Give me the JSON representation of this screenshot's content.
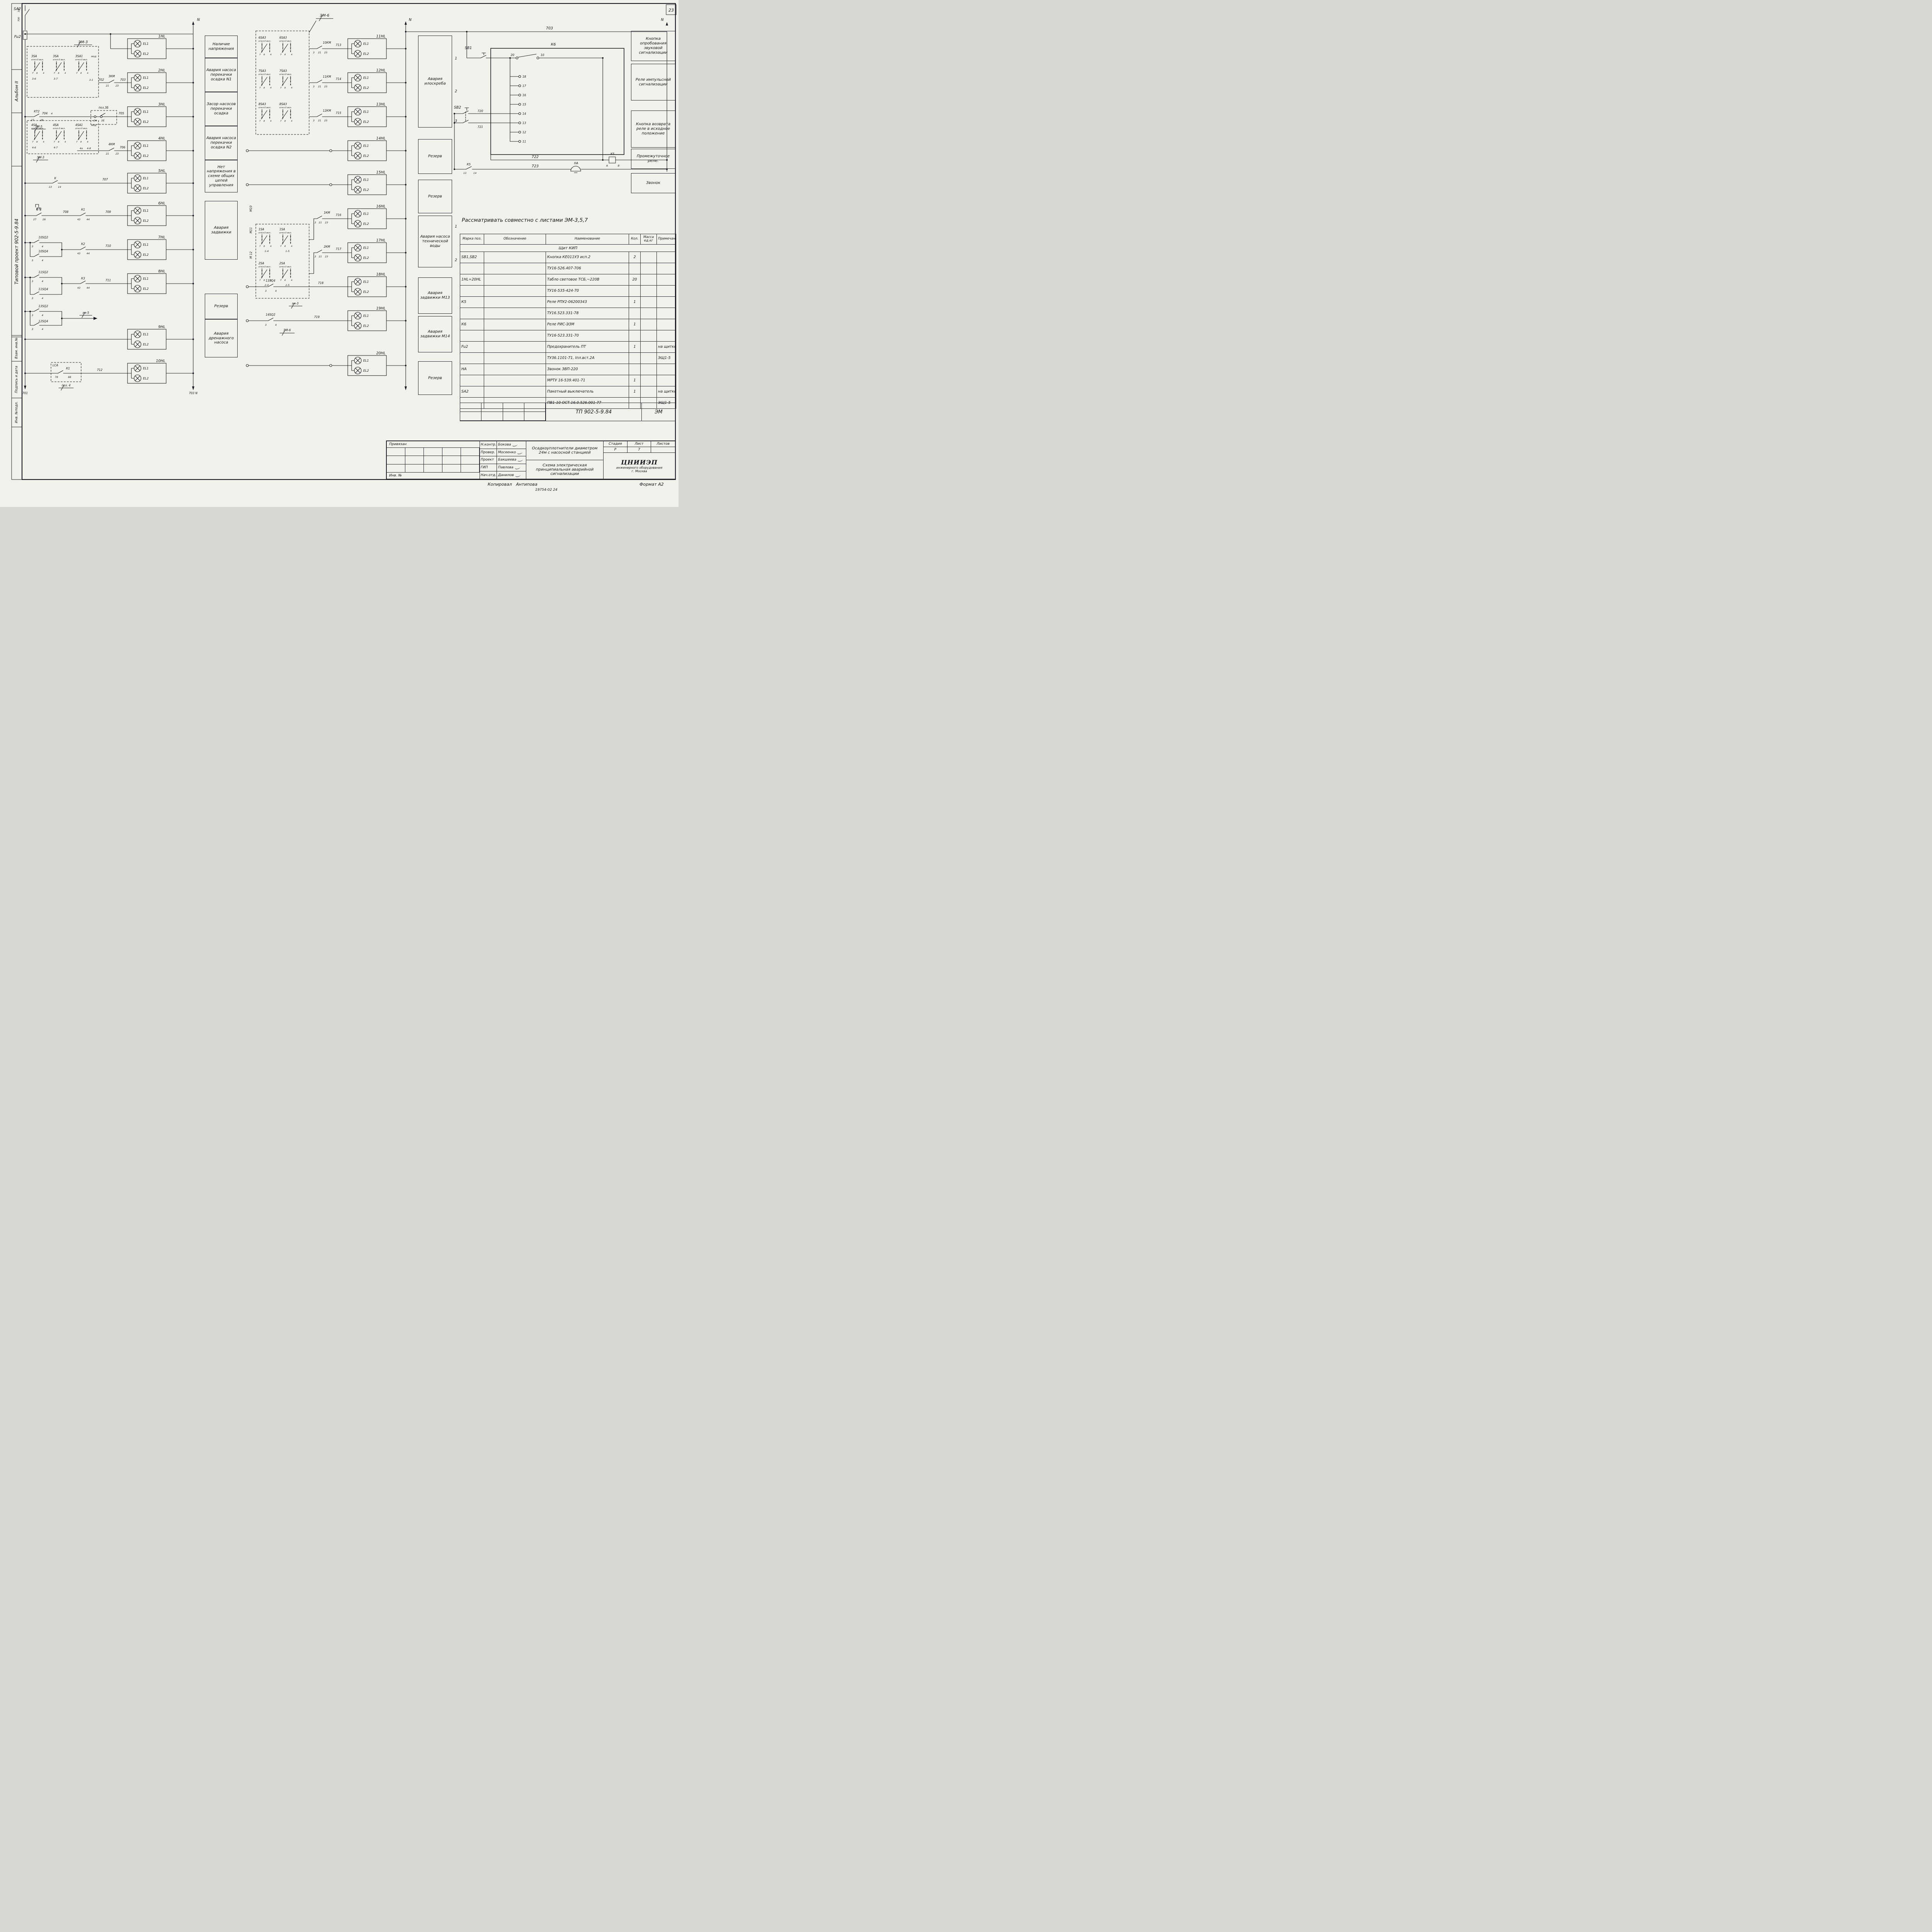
{
  "corner": {
    "sheet_no": "23"
  },
  "sidebar": {
    "top_marks": [
      "100",
      "700"
    ],
    "album": "Альбом II",
    "project": "Типовой проект 902-5-9.84",
    "stamp_vzam": "Взам. инв.№",
    "stamp_podp": "Подпись и дата",
    "stamp_inv": "Инв. №подл."
  },
  "common": {
    "otkl": "откл.0 вкл.",
    "el1": "EL1",
    "el2": "EL2",
    "mod": "мод",
    "N": "N",
    "n3": "3",
    "n4": "4",
    "n7": "7",
    "n8": "8",
    "n13": "13",
    "n14": "14",
    "n21": "21",
    "n23": "23",
    "n27": "27",
    "n28": "28",
    "n43": "43",
    "n44": "44"
  },
  "lamps": {
    "left": [
      "1HL",
      "2HL",
      "3HL",
      "4HL",
      "5HL",
      "6HL",
      "7HL",
      "8HL",
      "9HL",
      "10HL"
    ],
    "right": [
      "11HL",
      "12HL",
      "13HL",
      "14HL",
      "15HL",
      "16HL",
      "17HL",
      "18HL",
      "19HL",
      "20HL"
    ]
  },
  "left_circuit": {
    "sa2": "SA2",
    "fu2": "Fu2",
    "em3_top": "ЭМ-3",
    "s3sa": "3SA",
    "s3sa1": "3SA1",
    "t36": "3-6",
    "t37": "3-7",
    "t31": "3-1",
    "km3": "3КМ",
    "w702": "702",
    "w703": "703",
    "kt2": "КТ2",
    "w704": "704",
    "em5": "ЭМ-5",
    "poz3b": "поз.3Б",
    "c2a": "2А",
    "c2b": "2Б",
    "w705": "705",
    "s4sa": "4SA",
    "s4sa1": "4SA1",
    "t46": "4-6",
    "t47": "4-7",
    "t48": "4-8",
    "t4a": "4а",
    "km4": "4КМ",
    "w706": "706",
    "em3_bot": "ЭМ-3",
    "k": "К",
    "w707": "707",
    "kt1": "КТ1",
    "w708": "708",
    "k1": "К1",
    "w709": "709",
    "sq10_2": "10SQ2",
    "sq10_4": "10SQ4",
    "k2": "К2",
    "w710": "710",
    "sq11_2": "11SQ2",
    "sq11_4": "11SQ4",
    "k3": "К3",
    "w711": "711",
    "sq13_2": "13SQ2",
    "sq12_4": "12SQ4",
    "em5_low": "эм-5",
    "lca": "LCA",
    "lca_k1": "К1",
    "n78": "78",
    "n88": "88",
    "w712": "712",
    "poz4": "поз. 4",
    "w701": "701",
    "w703n": "703 N"
  },
  "mid_circuit": {
    "em6": "ЭМ-6",
    "s6sa3": "6SA3",
    "s7sa3": "7SA3",
    "s8sa3": "8SA3",
    "km10": "10КМ",
    "w713": "713",
    "km11": "11КМ",
    "w714": "714",
    "km12": "12КМ",
    "w715": "715",
    "s1sa": "1SA",
    "t14": "1-4",
    "t15": "1-5",
    "km1": "1КМ",
    "w716": "716",
    "s2sa": "2SA",
    "t24": "2-4",
    "t25": "2-5",
    "km2": "2КМ",
    "w717": "717",
    "em3_small": "эм-3",
    "sq13_4": "13SQ4",
    "w718": "718",
    "sq14_2": "14SQ2",
    "w719": "719",
    "em6_small": "ЭМ-6",
    "m10": "М10",
    "m11": "М11",
    "m12": "М 12"
  },
  "right_circuit": {
    "w703": "703",
    "sb1": "SB1",
    "sb2": "SB2",
    "k6": "К6",
    "c20": "20",
    "c10": "10",
    "c18": "18",
    "c17": "17",
    "c16": "16",
    "c15": "15",
    "c14": "14",
    "c13": "13",
    "c12": "12",
    "c11": "11",
    "w720": "720",
    "w721": "721",
    "w722": "722",
    "w723": "723",
    "k5": "К5",
    "ha": "НА",
    "ta": "А",
    "tb": "В"
  },
  "col2_marks": {
    "a": "1",
    "b": "2",
    "c": "3",
    "d": "1",
    "e": "2"
  },
  "labels_col1": [
    "Наличие напряжения",
    "Авария насоса перекачки осадка N1",
    "Засор насосов перекачки осадка",
    "Авария насоса перекачки осадка N2",
    "Нет напряжения в схеме общих цепей управления",
    "Авария задвижки",
    "Резерв",
    "Авария дренажного насоса"
  ],
  "labels_col2": [
    "Авария илоскреба",
    "Резерв",
    "Резерв",
    "Авария насоса технической воды",
    "Авария задвижки М13",
    "Авария задвижки М14",
    "Резерв"
  ],
  "right_texts": [
    "Кнопка опробования звуковой сигнализации",
    "Реле импульсной сигнализации",
    "Кнопка возврата реле в исходное положение",
    "Промежуточное реле.",
    "Звонок"
  ],
  "note": "Рассматривать совместно с листами ЭМ-3,5,7",
  "table": {
    "headers": {
      "pos": "Марка поз.",
      "code": "Обозначение",
      "name": "Наименование",
      "qty": "Кол.",
      "mass": "Масса ед.кг",
      "note": "Примечание"
    },
    "section": "Щит КИП",
    "rows": [
      {
        "pos": "SB1,SB2",
        "name": "Кнопка КЕ011УЗ исп.2",
        "qty": "2",
        "note": ""
      },
      {
        "pos": "",
        "name": "ТУ16-526.407-706",
        "qty": "",
        "note": ""
      },
      {
        "pos": "1HL÷20HL",
        "name": "Табло световое ТСБ,~220В",
        "qty": "20",
        "note": ""
      },
      {
        "pos": "",
        "name": "ТУ16-535-424-70",
        "qty": "",
        "note": ""
      },
      {
        "pos": "К5",
        "name": "Реле РПУ2-06200343",
        "qty": "1",
        "note": ""
      },
      {
        "pos": "",
        "name": "ТУ16.523.331-78",
        "qty": "",
        "note": ""
      },
      {
        "pos": "К6",
        "name": "Реле РИС-ЭЗМ",
        "qty": "1",
        "note": ""
      },
      {
        "pos": "",
        "name": "ТУ16-523.331-70",
        "qty": "",
        "note": ""
      },
      {
        "pos": "Fu2",
        "name": "Предохранитель ПТ",
        "qty": "1",
        "note": "на щитке"
      },
      {
        "pos": "",
        "name": "ТУ36.1101-71, Iпл.вст.2А",
        "qty": "",
        "note": "ЭЩ1-5"
      },
      {
        "pos": "НА",
        "name": "Звонок ЗВП-220",
        "qty": "",
        "note": ""
      },
      {
        "pos": "",
        "name": "МРТУ 16-539.401-71",
        "qty": "1",
        "note": ""
      },
      {
        "pos": "SA2",
        "name": "Пакетный выключатель",
        "qty": "1",
        "note": "на щитке"
      },
      {
        "pos": "",
        "name": "ПВ1-10 ОСТ.16.0.526.001-77",
        "qty": "",
        "note": "ЭЩ1-5"
      }
    ]
  },
  "tp_strip": {
    "tp": "ТП 902-5-9.84",
    "em": "ЭМ"
  },
  "title_block": {
    "privyazan": "Привязан",
    "inv": "Инв. №",
    "sig_rows": [
      {
        "role": "Н.контр.",
        "name": "Бокова"
      },
      {
        "role": "Провер.",
        "name": "Мосеенко"
      },
      {
        "role": "Проект",
        "name": "Бакшеева"
      },
      {
        "role": "ГИП",
        "name": "Павлова"
      },
      {
        "role": "Нач.отд.",
        "name": "Данилов"
      }
    ],
    "object": "Осадкоуплотнители диаметром 24м с насосной станцией",
    "subject": "Схема электрическая принципиальная аварийной сигнализации",
    "stage_h": "Стадия",
    "sheet_h": "Лист",
    "sheets_h": "Листов",
    "stage": "Р",
    "sheet": "7",
    "org1": "ЦНИИЭП",
    "org2": "инженерного оборудования",
    "org3": "г. Москва"
  },
  "footer": {
    "copied": "Копировал",
    "copier": "Антипова",
    "doc": "19754-02 24",
    "format": "Формат А2"
  }
}
